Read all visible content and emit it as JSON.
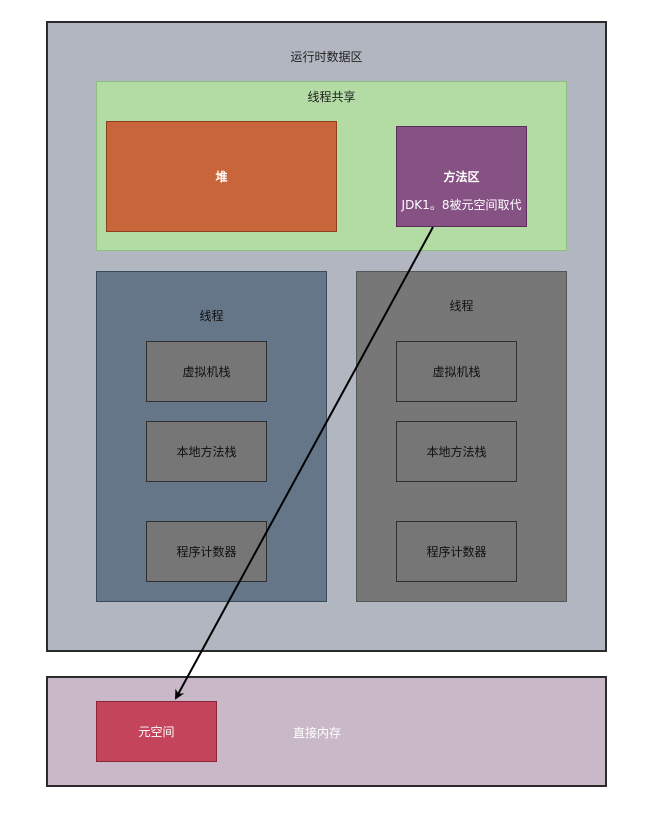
{
  "runtime_data_area": {
    "label": "运行时数据区"
  },
  "thread_shared": {
    "label": "线程共享"
  },
  "heap": {
    "label": "堆"
  },
  "method_area": {
    "label": "方法区",
    "note": "JDK1。8被元空间取代"
  },
  "thread_left": {
    "label": "线程",
    "vm_stack": "虚拟机栈",
    "native_stack": "本地方法栈",
    "pc_register": "程序计数器"
  },
  "thread_right": {
    "label": "线程",
    "vm_stack": "虚拟机栈",
    "native_stack": "本地方法栈",
    "pc_register": "程序计数器"
  },
  "direct_memory": {
    "label": "直接内存"
  },
  "metaspace": {
    "label": "元空间"
  },
  "colors": {
    "runtime_area": "#b2b6c1",
    "shared_area": "#b3dba4",
    "heap": "#c8653a",
    "method_area": "#865183",
    "thread_left": "#647687",
    "thread_right": "#777777",
    "inner_box": "#767676",
    "direct_memory": "#c9b8c8",
    "metaspace": "#c4455b"
  }
}
